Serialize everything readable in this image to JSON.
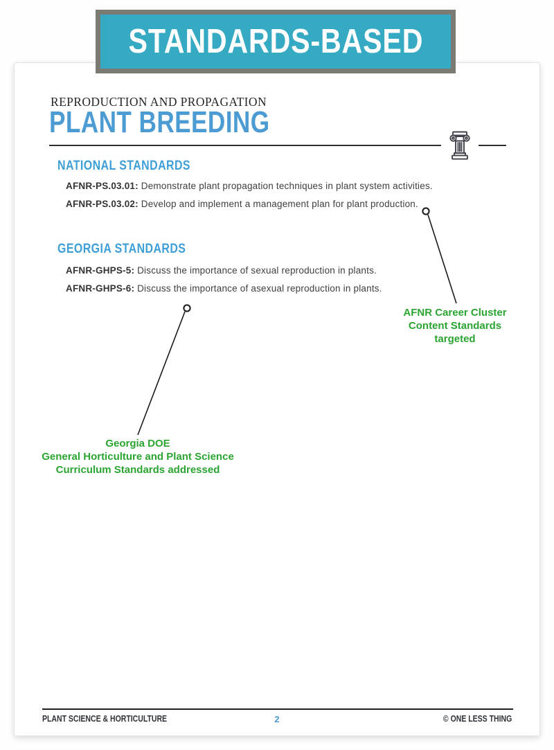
{
  "banner": {
    "label": "STANDARDS-BASED"
  },
  "header": {
    "eyebrow": "REPRODUCTION AND PROPAGATION",
    "title": "PLANT BREEDING"
  },
  "sections": {
    "national": {
      "heading": "NATIONAL STANDARDS",
      "items": [
        {
          "code": "AFNR-PS.03.01:",
          "text": " Demonstrate plant propagation techniques in plant system activities."
        },
        {
          "code": "AFNR-PS.03.02:",
          "text": " Develop and implement a management plan for plant production."
        }
      ]
    },
    "georgia": {
      "heading": "GEORGIA STANDARDS",
      "items": [
        {
          "code": "AFNR-GHPS-5:",
          "text": " Discuss the importance of sexual reproduction in plants."
        },
        {
          "code": "AFNR-GHPS-6:",
          "text": " Discuss the importance of asexual reproduction in plants."
        }
      ]
    }
  },
  "annotations": {
    "afnr": {
      "line1": "AFNR Career Cluster",
      "line2": "Content Standards",
      "line3": "targeted"
    },
    "georgia_doe": {
      "line1": "Georgia DOE",
      "line2": "General Horticulture and Plant Science",
      "line3": "Curriculum Standards addressed"
    }
  },
  "footer": {
    "left": "PLANT SCIENCE & HORTICULTURE",
    "page_number": "2",
    "right": "© ONE LESS THING"
  },
  "icons": {
    "column": "classical-column-icon"
  },
  "colors": {
    "banner_teal": "#36A9C3",
    "banner_border": "#7B7B74",
    "title_blue": "#4C9CD3",
    "heading_blue": "#3E9FD6",
    "annotation_green": "#2BA432",
    "footer_page_blue": "#4A9BD5"
  }
}
